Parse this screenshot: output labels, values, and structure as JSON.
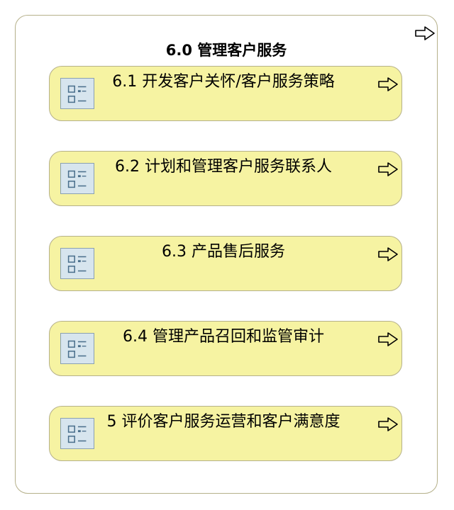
{
  "diagram": {
    "title": "6.0 管理客户服务",
    "items": [
      {
        "label": "6.1 开发客户关怀/客户服务策略"
      },
      {
        "label": "6.2 计划和管理客户服务联系人"
      },
      {
        "label": "6.3 产品售后服务"
      },
      {
        "label": "6.4 管理产品召回和监管审计"
      },
      {
        "label": "5 评价客户服务运营和客户满意度"
      }
    ]
  },
  "icons": {
    "drilldown": "arrow-right-outline-icon",
    "card": "process-list-icon"
  },
  "colors": {
    "card_fill": "#f6f3a2",
    "border": "#b5b08a",
    "icon_fill": "#d7e5ee",
    "icon_stroke": "#4a6f8c"
  }
}
